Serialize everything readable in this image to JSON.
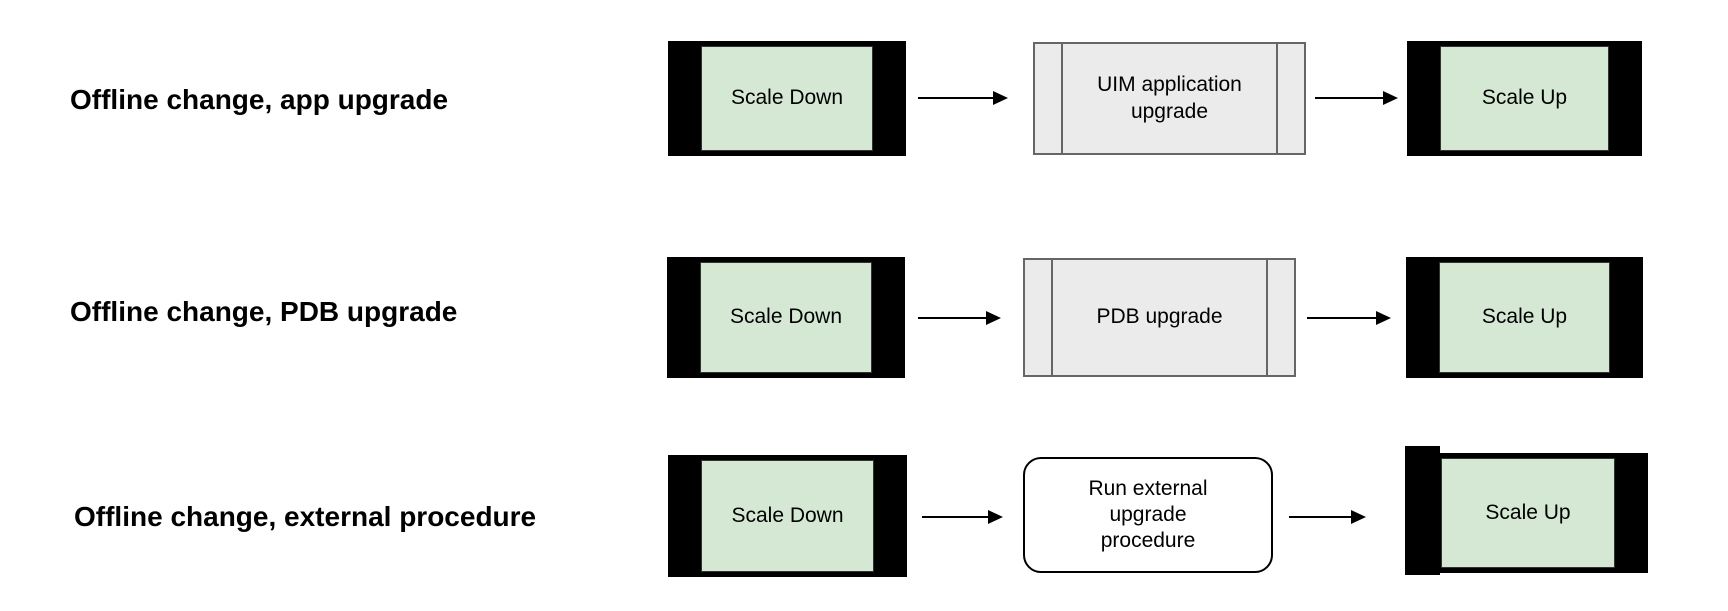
{
  "colors": {
    "background": "#ffffff",
    "film_frame": "#000000",
    "film_fill": "#d5e8d4",
    "process_fill": "#ebebeb",
    "process_border": "#666666",
    "rounded_fill": "#ffffff",
    "rounded_border": "#000000",
    "arrow": "#000000",
    "text": "#000000"
  },
  "rows": [
    {
      "label": "Offline change, app upgrade",
      "scale_down": "Scale Down",
      "middle": "UIM application upgrade",
      "middle_shape": "predefined-process",
      "scale_up": "Scale Up"
    },
    {
      "label": "Offline change, PDB upgrade",
      "scale_down": "Scale Down",
      "middle": "PDB upgrade",
      "middle_shape": "predefined-process",
      "scale_up": "Scale Up"
    },
    {
      "label": "Offline change, external procedure",
      "scale_down": "Scale Down",
      "middle": "Run external upgrade procedure",
      "middle_shape": "rounded-rectangle",
      "scale_up": "Scale Up"
    }
  ]
}
